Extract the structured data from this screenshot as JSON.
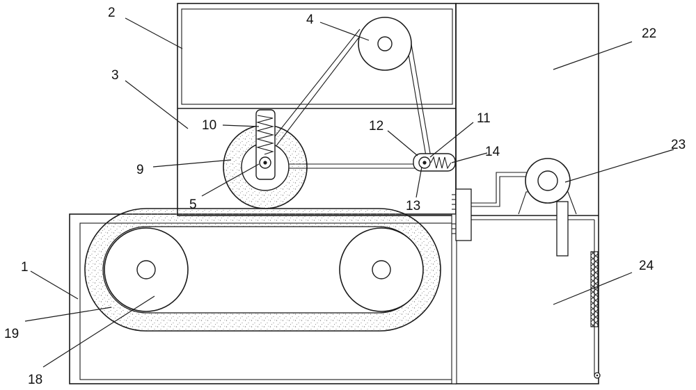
{
  "labels": {
    "l1": "1",
    "l2": "2",
    "l3": "3",
    "l4": "4",
    "l5": "5",
    "l9": "9",
    "l10": "10",
    "l11": "11",
    "l12": "12",
    "l13": "13",
    "l14": "14",
    "l18": "18",
    "l19": "19",
    "l22": "22",
    "l23": "23",
    "l24": "24"
  },
  "colors": {
    "line": "#1a1a1a",
    "speckle": "#6b6b6b",
    "background": "#ffffff"
  }
}
